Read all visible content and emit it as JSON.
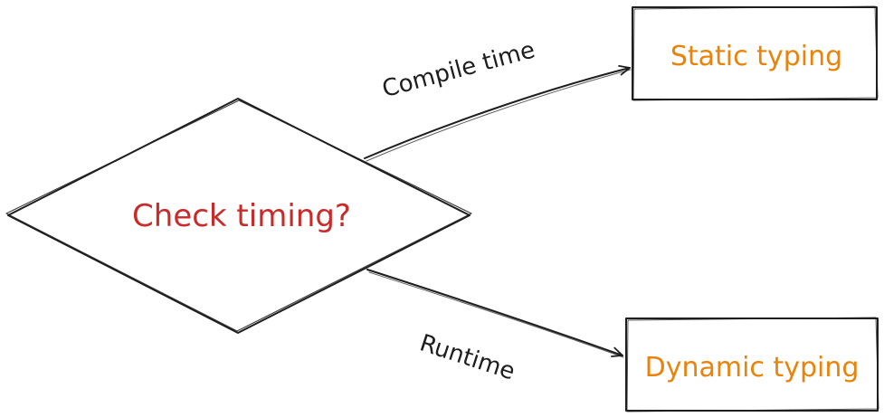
{
  "diagram": {
    "decision": {
      "label": "Check timing?",
      "color": "#c92a2a"
    },
    "outcomes": {
      "static": {
        "label": "Static typing",
        "color": "#e8830c"
      },
      "dynamic": {
        "label": "Dynamic typing",
        "color": "#e8830c"
      }
    },
    "edges": {
      "compile": {
        "label": "Compile time"
      },
      "runtime": {
        "label": "Runtime"
      }
    },
    "stroke_color": "#1e1e1e"
  }
}
